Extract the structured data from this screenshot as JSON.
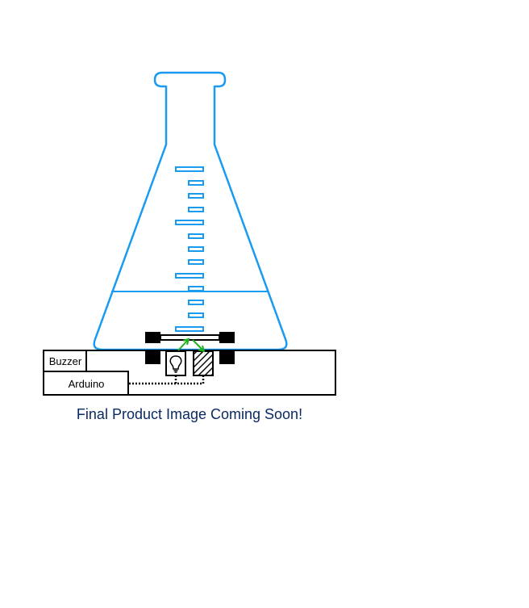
{
  "labels": {
    "buzzer": "Buzzer",
    "arduino": "Arduino"
  },
  "caption": "Final Product Image Coming Soon!",
  "colors": {
    "flask": "#1a9bf0",
    "caption": "#0a2a63",
    "arrows": "#22b01c",
    "outline": "#000000"
  },
  "icons": {
    "light_source": "lightbulb-icon",
    "sensor": "hatched-sensor-icon"
  }
}
